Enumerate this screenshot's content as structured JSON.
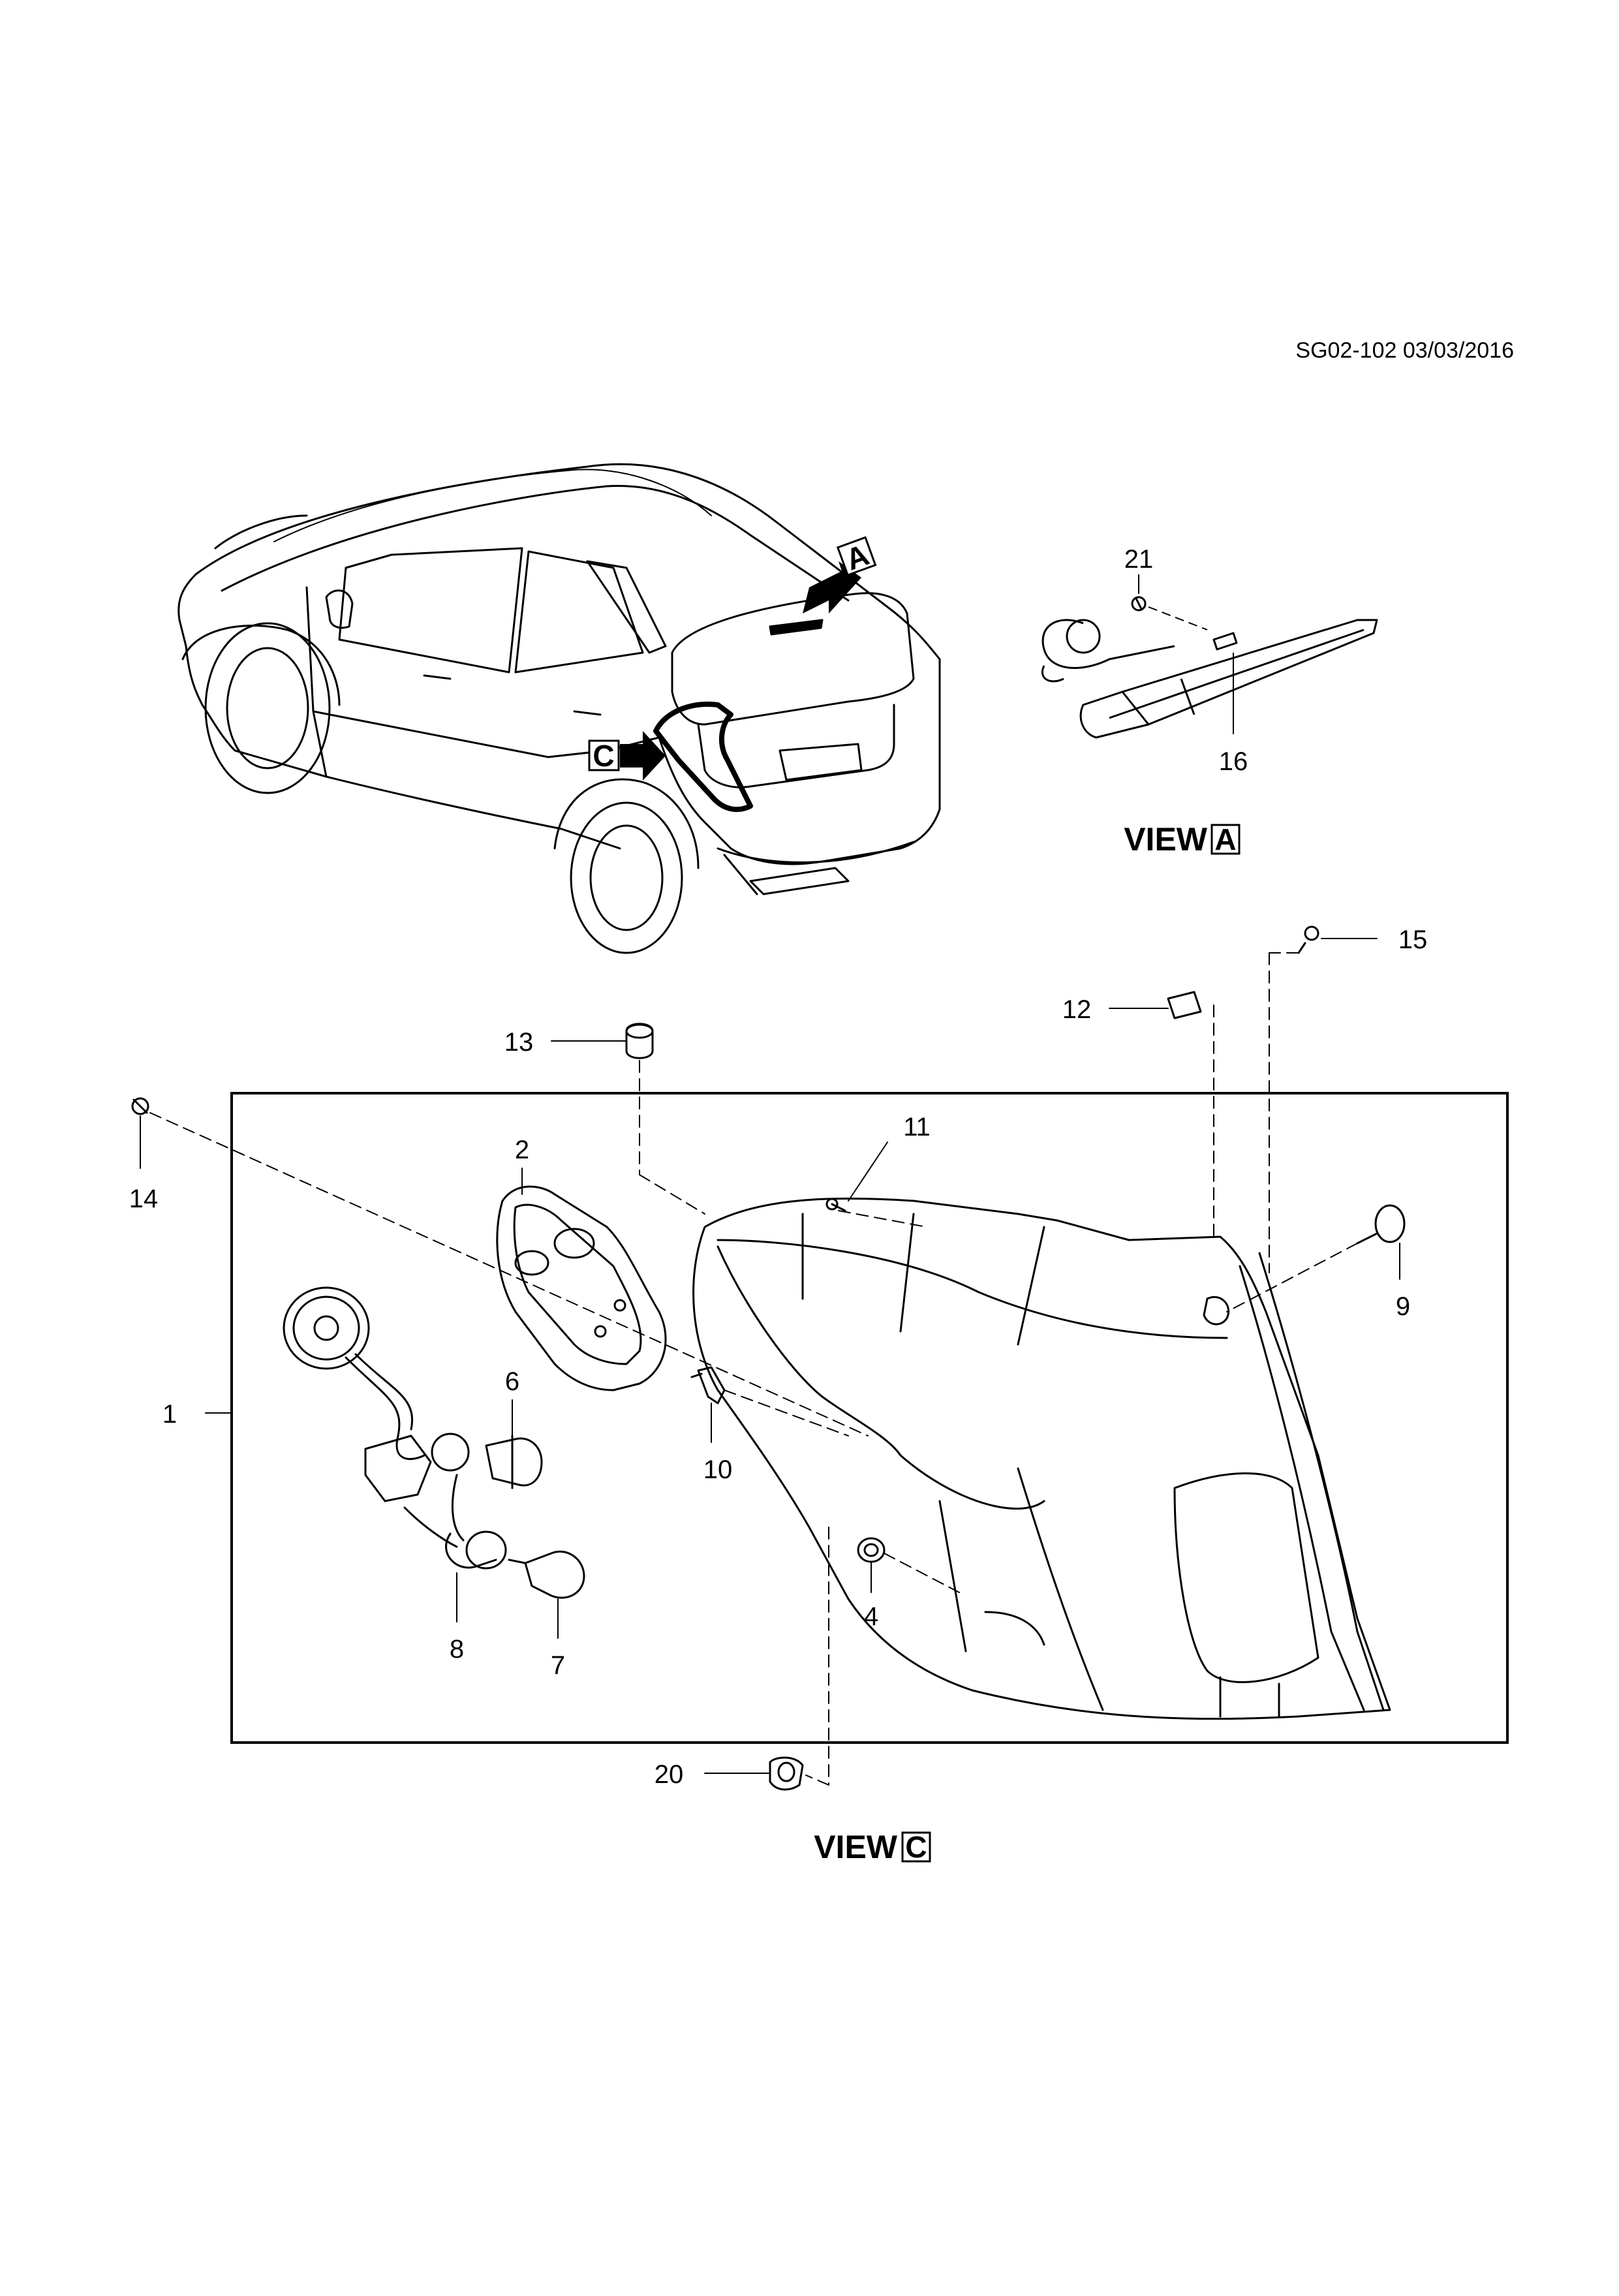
{
  "header": {
    "diagram_code": "SG02-102 03/03/2016"
  },
  "car_overview": {
    "arrow_a": "A",
    "arrow_c": "C"
  },
  "view_a": {
    "title": "VIEW",
    "letter": "A",
    "callouts": {
      "bolt": "21",
      "high_mount_lamp": "16"
    }
  },
  "view_c": {
    "title": "VIEW",
    "letter": "C",
    "callouts": {
      "assembly": "1",
      "gasket": "2",
      "grommet": "4",
      "bulb_a": "6",
      "bulb_b": "7",
      "harness": "8",
      "cap": "9",
      "clip": "10",
      "screw": "11",
      "bracket": "12",
      "retainer_upper": "13",
      "fastener_left": "14",
      "screw_upper": "15",
      "retainer_lower": "20"
    }
  }
}
